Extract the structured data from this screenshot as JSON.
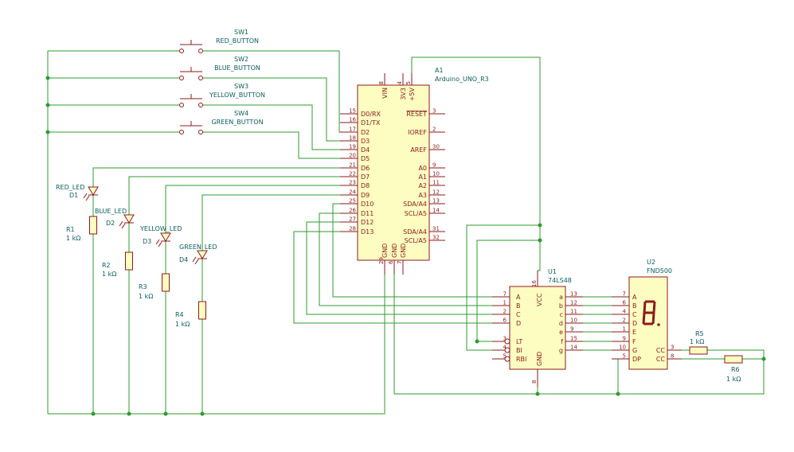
{
  "colors": {
    "wire": "#2e9b2e",
    "body_fill": "#fdfdc2",
    "body_stroke": "#8e1a1a",
    "label": "#0b5d5d",
    "pin": "#8e1a1a"
  },
  "switches": [
    {
      "ref": "SW1",
      "name": "RED_BUTTON"
    },
    {
      "ref": "SW2",
      "name": "BLUE_BUTTON"
    },
    {
      "ref": "SW3",
      "name": "YELLOW_BUTTON"
    },
    {
      "ref": "SW4",
      "name": "GREEN_BUTTON"
    }
  ],
  "leds": [
    {
      "name": "RED_LED",
      "ref": "D1"
    },
    {
      "name": "BLUE_LED",
      "ref": "D2"
    },
    {
      "name": "YELLOW_LED",
      "ref": "D3"
    },
    {
      "name": "GREEN_LED",
      "ref": "D4"
    }
  ],
  "resistors": [
    {
      "ref": "R1",
      "value": "1 kΩ"
    },
    {
      "ref": "R2",
      "value": "1 kΩ"
    },
    {
      "ref": "R3",
      "value": "1 kΩ"
    },
    {
      "ref": "R4",
      "value": "1 kΩ"
    },
    {
      "ref": "R5",
      "value": "1 kΩ"
    },
    {
      "ref": "R6",
      "value": "1 kΩ"
    }
  ],
  "arduino": {
    "ref": "A1",
    "value": "Arduino_UNO_R3",
    "top_pins": [
      {
        "num": "8",
        "name": "VIN"
      },
      {
        "num": "4",
        "name": "3V3"
      },
      {
        "num": "5",
        "name": "+5V"
      }
    ],
    "left_pins": [
      {
        "num": "15",
        "name": "D0/RX"
      },
      {
        "num": "16",
        "name": "D1/TX"
      },
      {
        "num": "17",
        "name": "D2"
      },
      {
        "num": "18",
        "name": "D3"
      },
      {
        "num": "19",
        "name": "D4"
      },
      {
        "num": "20",
        "name": "D5"
      },
      {
        "num": "21",
        "name": "D6"
      },
      {
        "num": "22",
        "name": "D7"
      },
      {
        "num": "23",
        "name": "D8"
      },
      {
        "num": "24",
        "name": "D9"
      },
      {
        "num": "25",
        "name": "D10"
      },
      {
        "num": "26",
        "name": "D11"
      },
      {
        "num": "27",
        "name": "D12"
      },
      {
        "num": "28",
        "name": "D13"
      }
    ],
    "right_pins": [
      {
        "num": "3",
        "name": "RESET"
      },
      {
        "num": "2",
        "name": "IOREF"
      },
      {
        "num": "30",
        "name": "AREF"
      },
      {
        "num": "9",
        "name": "A0"
      },
      {
        "num": "10",
        "name": "A1"
      },
      {
        "num": "11",
        "name": "A2"
      },
      {
        "num": "12",
        "name": "A3"
      },
      {
        "num": "13",
        "name": "SDA/A4"
      },
      {
        "num": "14",
        "name": "SCL/A5"
      },
      {
        "num": "31",
        "name": "SDA/A4"
      },
      {
        "num": "32",
        "name": "SCL/A5"
      }
    ],
    "bottom_pins": [
      {
        "num": "29",
        "name": "GND"
      },
      {
        "num": "6",
        "name": "GND"
      },
      {
        "num": "7",
        "name": "GND"
      }
    ]
  },
  "decoder": {
    "ref": "U1",
    "value": "74LS48",
    "vcc": {
      "num": "16",
      "name": "VCC"
    },
    "gnd": {
      "num": "8",
      "name": "GND"
    },
    "left_pins": [
      {
        "num": "7",
        "name": "A"
      },
      {
        "num": "1",
        "name": "B"
      },
      {
        "num": "2",
        "name": "C"
      },
      {
        "num": "6",
        "name": "D"
      },
      {
        "num": "3",
        "name": "LT"
      },
      {
        "num": "4",
        "name": "BI"
      },
      {
        "num": "5",
        "name": "RBI"
      }
    ],
    "right_pins": [
      {
        "num": "13",
        "name": "a"
      },
      {
        "num": "12",
        "name": "b"
      },
      {
        "num": "11",
        "name": "c"
      },
      {
        "num": "10",
        "name": "d"
      },
      {
        "num": "9",
        "name": "e"
      },
      {
        "num": "15",
        "name": "f"
      },
      {
        "num": "14",
        "name": "g"
      }
    ]
  },
  "display": {
    "ref": "U2",
    "value": "FND500",
    "left_pins": [
      {
        "num": "7",
        "name": "A"
      },
      {
        "num": "6",
        "name": "B"
      },
      {
        "num": "4",
        "name": "C"
      },
      {
        "num": "2",
        "name": "D"
      },
      {
        "num": "1",
        "name": "E"
      },
      {
        "num": "9",
        "name": "F"
      },
      {
        "num": "10",
        "name": "G"
      },
      {
        "num": "5",
        "name": "DP"
      }
    ],
    "right_pins": [
      {
        "num": "3",
        "name": "CC"
      },
      {
        "num": "8",
        "name": "CC"
      }
    ]
  }
}
